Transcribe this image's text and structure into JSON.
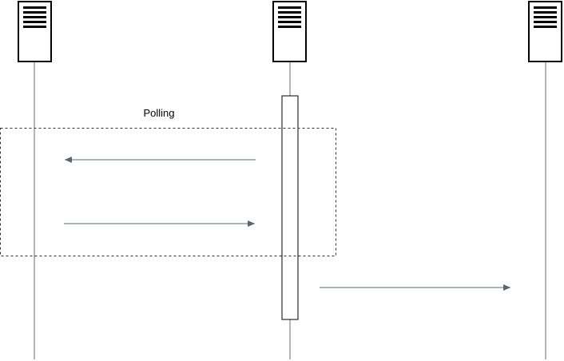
{
  "diagram": {
    "type": "sequence",
    "colors": {
      "background": "#ffffff",
      "stroke": "#000000",
      "lifeline": "#6b6b6b",
      "arrow": "#5a6570",
      "frame": "#333333"
    },
    "participants": [
      {
        "id": "left",
        "icon": "server-icon"
      },
      {
        "id": "middle",
        "icon": "server-icon"
      },
      {
        "id": "right",
        "icon": "server-icon"
      }
    ],
    "activation": {
      "participant": "middle"
    },
    "frame": {
      "label": "Polling"
    },
    "messages": [
      {
        "from": "middle",
        "to": "left"
      },
      {
        "from": "left",
        "to": "middle"
      },
      {
        "from": "middle",
        "to": "right"
      }
    ]
  }
}
